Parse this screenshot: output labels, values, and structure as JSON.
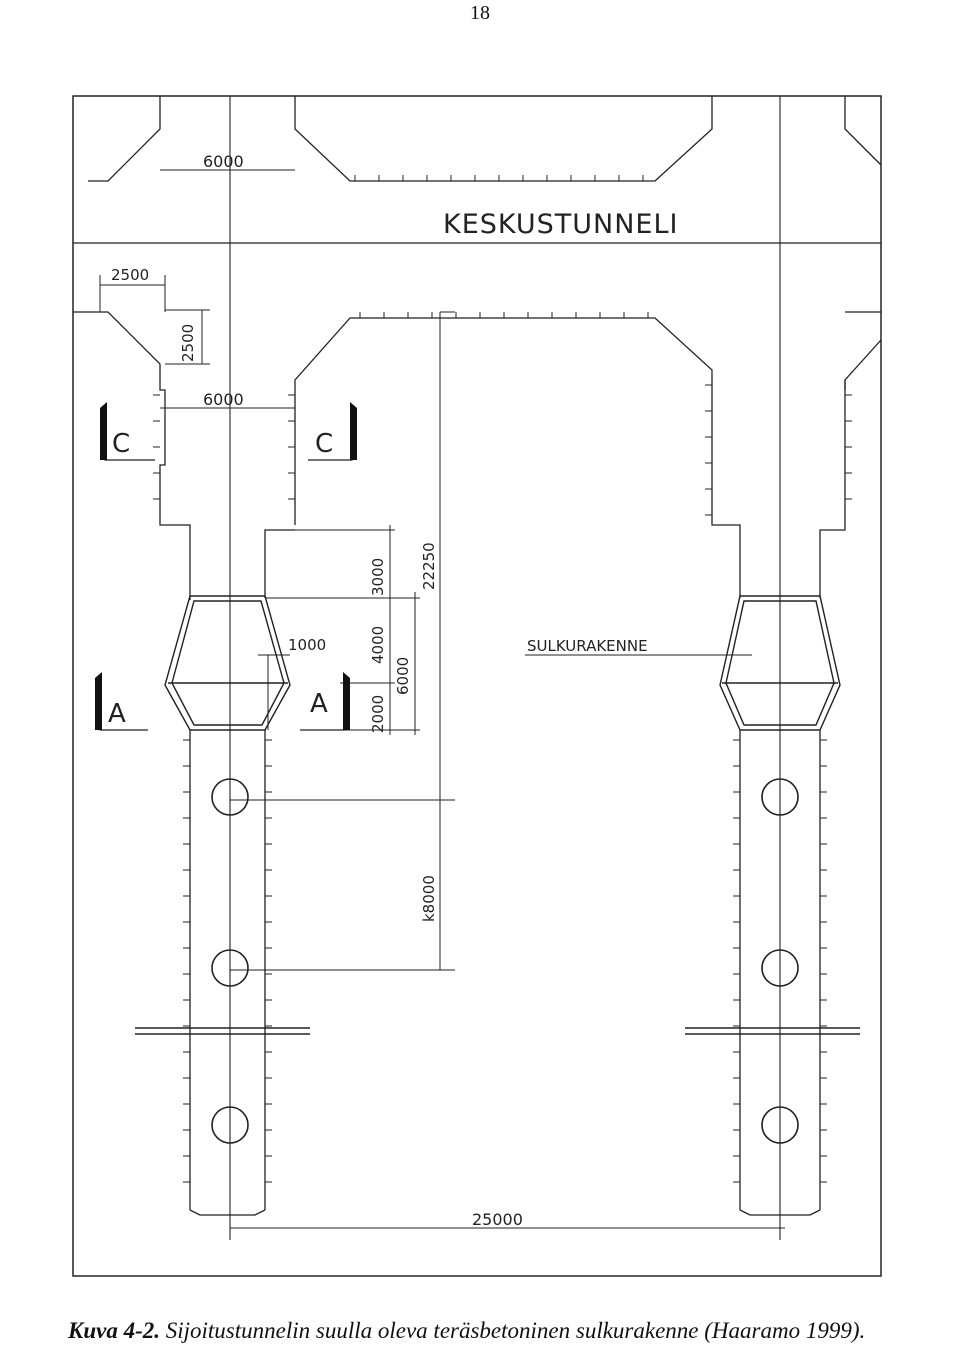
{
  "page_number": "18",
  "drawing": {
    "tunnel_label": "KESKUSTUNNELI",
    "closure_label": "SULKURAKENNE",
    "section_c": "C",
    "section_a": "A",
    "dims": {
      "d6000_top": "6000",
      "d2500_h": "2500",
      "d2500_v": "2500",
      "d6000_mid": "6000",
      "d1000": "1000",
      "d3000": "3000",
      "d4000": "4000",
      "d2000": "2000",
      "d6000_v": "6000",
      "d22250": "22250",
      "dk8000": "k8000",
      "d25000": "25000"
    }
  },
  "caption": {
    "label": "Kuva 4-2.",
    "text": "Sijoitustunnelin suulla oleva teräsbetoninen sulkurakenne (Haaramo 1999)."
  }
}
